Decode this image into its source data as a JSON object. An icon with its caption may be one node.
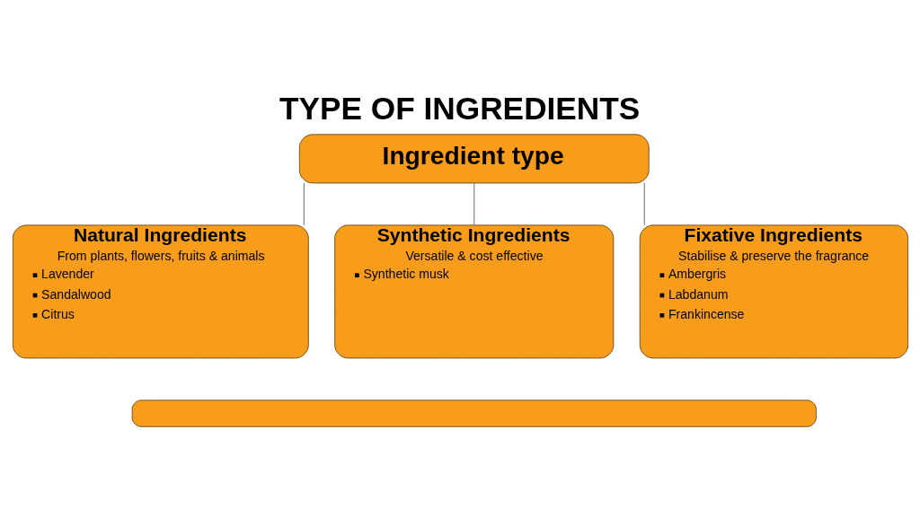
{
  "diagram": {
    "title": "TYPE OF INGREDIENTS",
    "nodes": [
      {
        "text": [
          "Ingredient type"
        ]
      },
      {
        "text": [
          "Natural Ingredients",
          "From plants, flowers, fruits & animals",
          "Lavender",
          "Sandalwood",
          "Citrus"
        ]
      },
      {
        "text": [
          "Synthetic Ingredients",
          "Versatile & cost effective",
          "Synthetic musk"
        ]
      },
      {
        "text": [
          "Fixative Ingredients",
          "Stabilise & preserve the fragrance",
          "Ambergris",
          "Labdanum",
          "Frankincense"
        ]
      },
      {
        "text": [],
        "shape": "bar"
      }
    ],
    "edges": [
      {
        "from": 0,
        "to": 1,
        "arrow": "none"
      },
      {
        "from": 0,
        "to": 2,
        "arrow": "none"
      },
      {
        "from": 0,
        "to": 3,
        "arrow": "none"
      }
    ]
  }
}
